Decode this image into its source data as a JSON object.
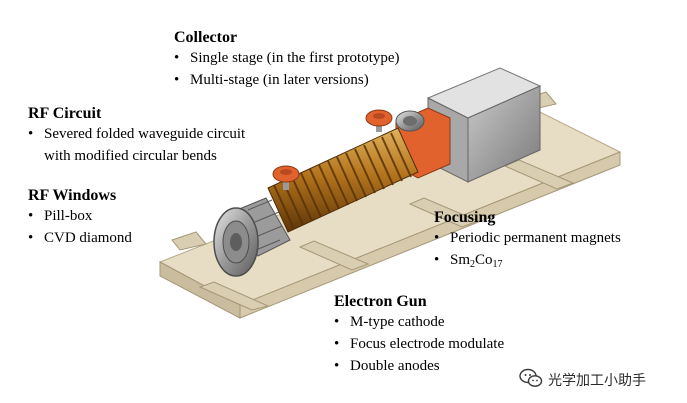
{
  "collector": {
    "heading": "Collector",
    "items": [
      "Single stage (in the first prototype)",
      "Multi-stage (in later versions)"
    ]
  },
  "rf_circuit": {
    "heading": "RF Circuit",
    "items": [
      "Severed folded waveguide circuit",
      "with modified circular bends"
    ]
  },
  "rf_windows": {
    "heading": "RF Windows",
    "items": [
      "Pill-box",
      "CVD diamond"
    ]
  },
  "focusing": {
    "heading": "Focusing",
    "items": [
      "Periodic permanent magnets"
    ],
    "material": {
      "base": "Sm",
      "s1": "2",
      "mid": "Co",
      "s2": "17"
    }
  },
  "electron_gun": {
    "heading": "Electron Gun",
    "items": [
      "M-type cathode",
      "Focus electrode modulate",
      "Double anodes"
    ]
  },
  "watermark": "光学加工小助手",
  "bullet": "•"
}
